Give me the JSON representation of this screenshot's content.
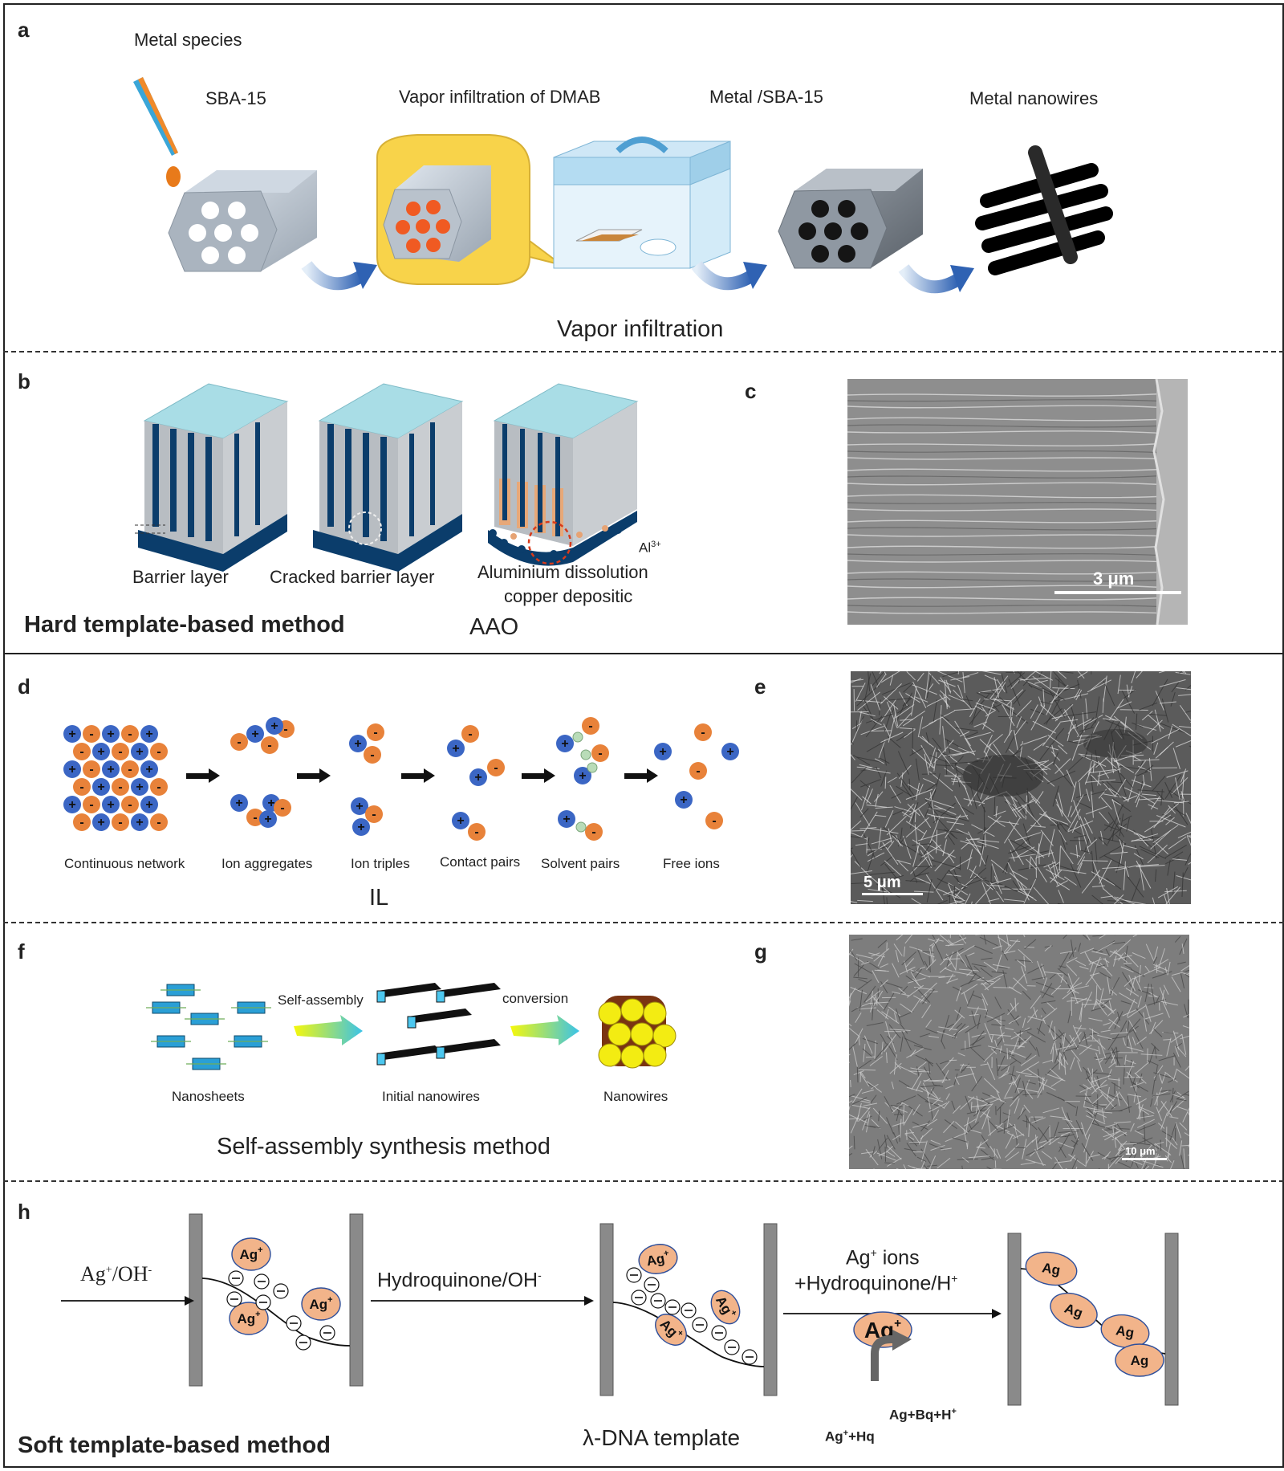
{
  "panels": {
    "a": {
      "label": "a",
      "metal_species": "Metal species",
      "step_labels": [
        "SBA-15",
        "Vapor infiltration of DMAB",
        "Metal /SBA-15",
        "Metal nanowires"
      ],
      "caption": "Vapor infiltration"
    },
    "b": {
      "label": "b",
      "stages": [
        "Barrier layer",
        "Cracked barrier layer",
        "Aluminium dissolution",
        "copper depositic"
      ],
      "ion": "Al",
      "ion_charge": "3+",
      "method": "Hard template-based method",
      "template": "AAO"
    },
    "c": {
      "label": "c",
      "scale": "3 μm"
    },
    "d": {
      "label": "d",
      "stages": [
        "Continuous network",
        "Ion aggregates",
        "Ion triples",
        "Contact pairs",
        "Solvent pairs",
        "Free ions"
      ],
      "caption": "IL",
      "plus": "+",
      "minus": "-"
    },
    "e": {
      "label": "e",
      "scale": "5 μm"
    },
    "f": {
      "label": "f",
      "arrow1": "Self-assembly",
      "arrow2": "conversion",
      "stages": [
        "Nanosheets",
        "Initial nanowires",
        "Nanowires"
      ],
      "caption": "Self-assembly synthesis method"
    },
    "g": {
      "label": "g",
      "scale": "10 μm"
    },
    "h": {
      "label": "h",
      "step1": "Ag",
      "step1_sup": "+",
      "step1_rest": "/OH",
      "step1_sup2": "-",
      "step2": "Hydroquinone/OH",
      "step2_sup": "-",
      "step3_line1": "Ag",
      "step3_line1_sup": "+",
      "step3_line1_rest": " ions",
      "step3_line2": "+Hydroquinone/H",
      "step3_line2_sup": "+",
      "ag": "Ag",
      "ag_plus": "+",
      "reaction_left": "Ag",
      "reaction_left_sup": "+",
      "reaction_left_rest": "+Hq",
      "reaction_right": "Ag+Bq+H",
      "reaction_right_sup": "+",
      "template": "λ-DNA template",
      "method": "Soft template-based method",
      "minus_sign": "−"
    },
    "colors": {
      "orange_ion": "#e8823a",
      "blue_ion": "#3b66c4",
      "ag_fill": "#f2b48a",
      "wall": "#8a8a8a",
      "aao_top": "#a9dde6",
      "aao_base": "#0b3d6b"
    }
  }
}
